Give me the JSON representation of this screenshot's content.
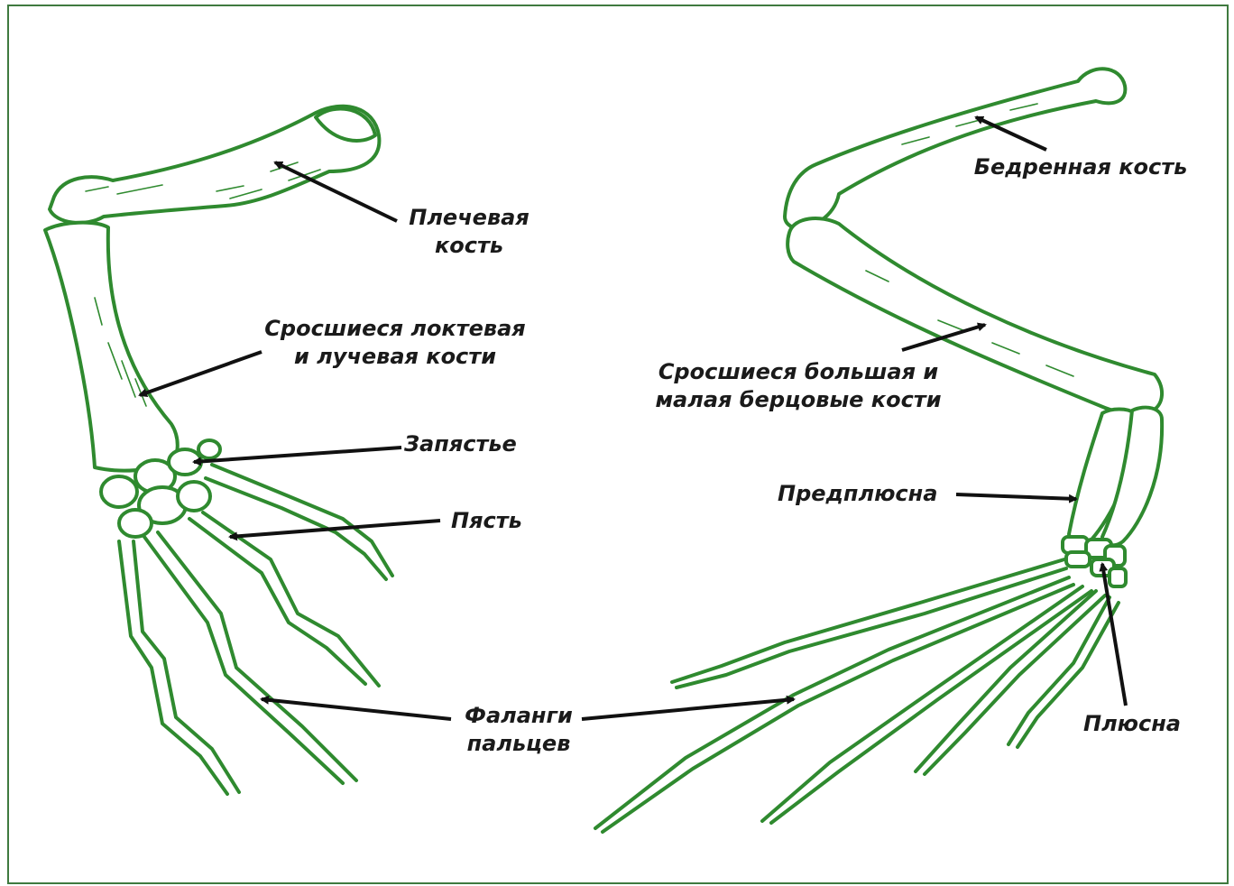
{
  "colors": {
    "bone_outline": "#2f8a2f",
    "frame_border": "#3f7a3f",
    "label_text": "#1a1a1a",
    "arrow": "#111111"
  },
  "labels": {
    "humerus": {
      "line1": "Плечевая",
      "line2": "кость"
    },
    "radioulna": {
      "line1": "Сросшиеся локтевая",
      "line2": "и лучевая кости"
    },
    "carpus": {
      "line1": "Запястье"
    },
    "metacarpus": {
      "line1": "Пясть"
    },
    "phalanges": {
      "line1": "Фаланги",
      "line2": "пальцев"
    },
    "femur": {
      "line1": "Бедренная кость"
    },
    "tibiofibula": {
      "line1": "Сросшиеся большая и",
      "line2": "малая берцовые кости"
    },
    "tarsus": {
      "line1": "Предплюсна"
    },
    "metatarsus": {
      "line1": "Плюсна"
    }
  }
}
